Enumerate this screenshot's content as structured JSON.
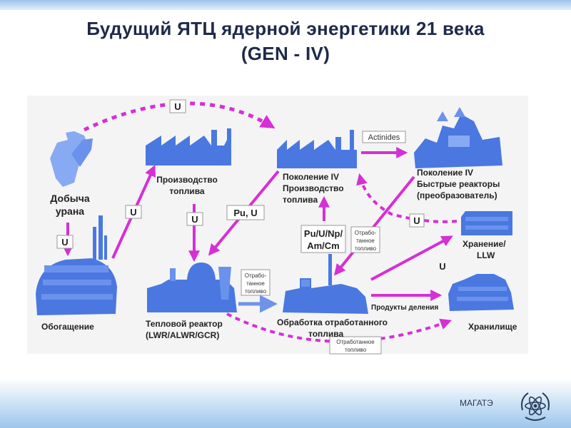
{
  "title": {
    "line1": "Будущий ЯТЦ ядерной энергетики 21 века",
    "line2": "(GEN - IV)"
  },
  "nodes": {
    "mining": {
      "line1": "Добыча",
      "line2": "урана"
    },
    "enrichment": {
      "line1": "Обогащение"
    },
    "fabrication": {
      "line1": "Производство",
      "line2": "топлива"
    },
    "thermal": {
      "line1": "Тепловой реактор",
      "line2": "(LWR/ALWR/GCR)"
    },
    "gen4prod": {
      "line1": "Поколение IV",
      "line2": "Производство",
      "line3": "топлива"
    },
    "gen4fast": {
      "line1": "Поколение IV",
      "line2": "Быстрые реакторы",
      "line3": "(преобразователь)"
    },
    "reprocessing": {
      "line1": "Обработка отработанного",
      "line2": "топлива"
    },
    "llw": {
      "line1": "Хранение/",
      "line2": "LLW"
    },
    "repository": {
      "line1": "Хранилище"
    }
  },
  "flow_labels": {
    "u_top": "U",
    "u_mining": "U",
    "u_to_fab": "U",
    "u_fab_down": "U",
    "pu_u": "Pu, U",
    "actinides": "Actinides",
    "u_return": "U",
    "u_storage": "U",
    "pu_np": {
      "line1": "Pu/U/Np/",
      "line2": "Am/Cm"
    },
    "spent1": {
      "line1": "Отрабо-",
      "line2": "танное",
      "line3": "топливо"
    },
    "spent2": {
      "line1": "Отрабо-",
      "line2": "танное",
      "line3": "топливо"
    },
    "spent3": {
      "line1": "Отработанное",
      "line2": "топливо"
    },
    "fission": "Продукты деления"
  },
  "footer": {
    "org": "МАГАТЭ"
  },
  "colors": {
    "arrow": "#d62fd6",
    "shape": "#4a78e0",
    "title": "#1f2a4a"
  }
}
